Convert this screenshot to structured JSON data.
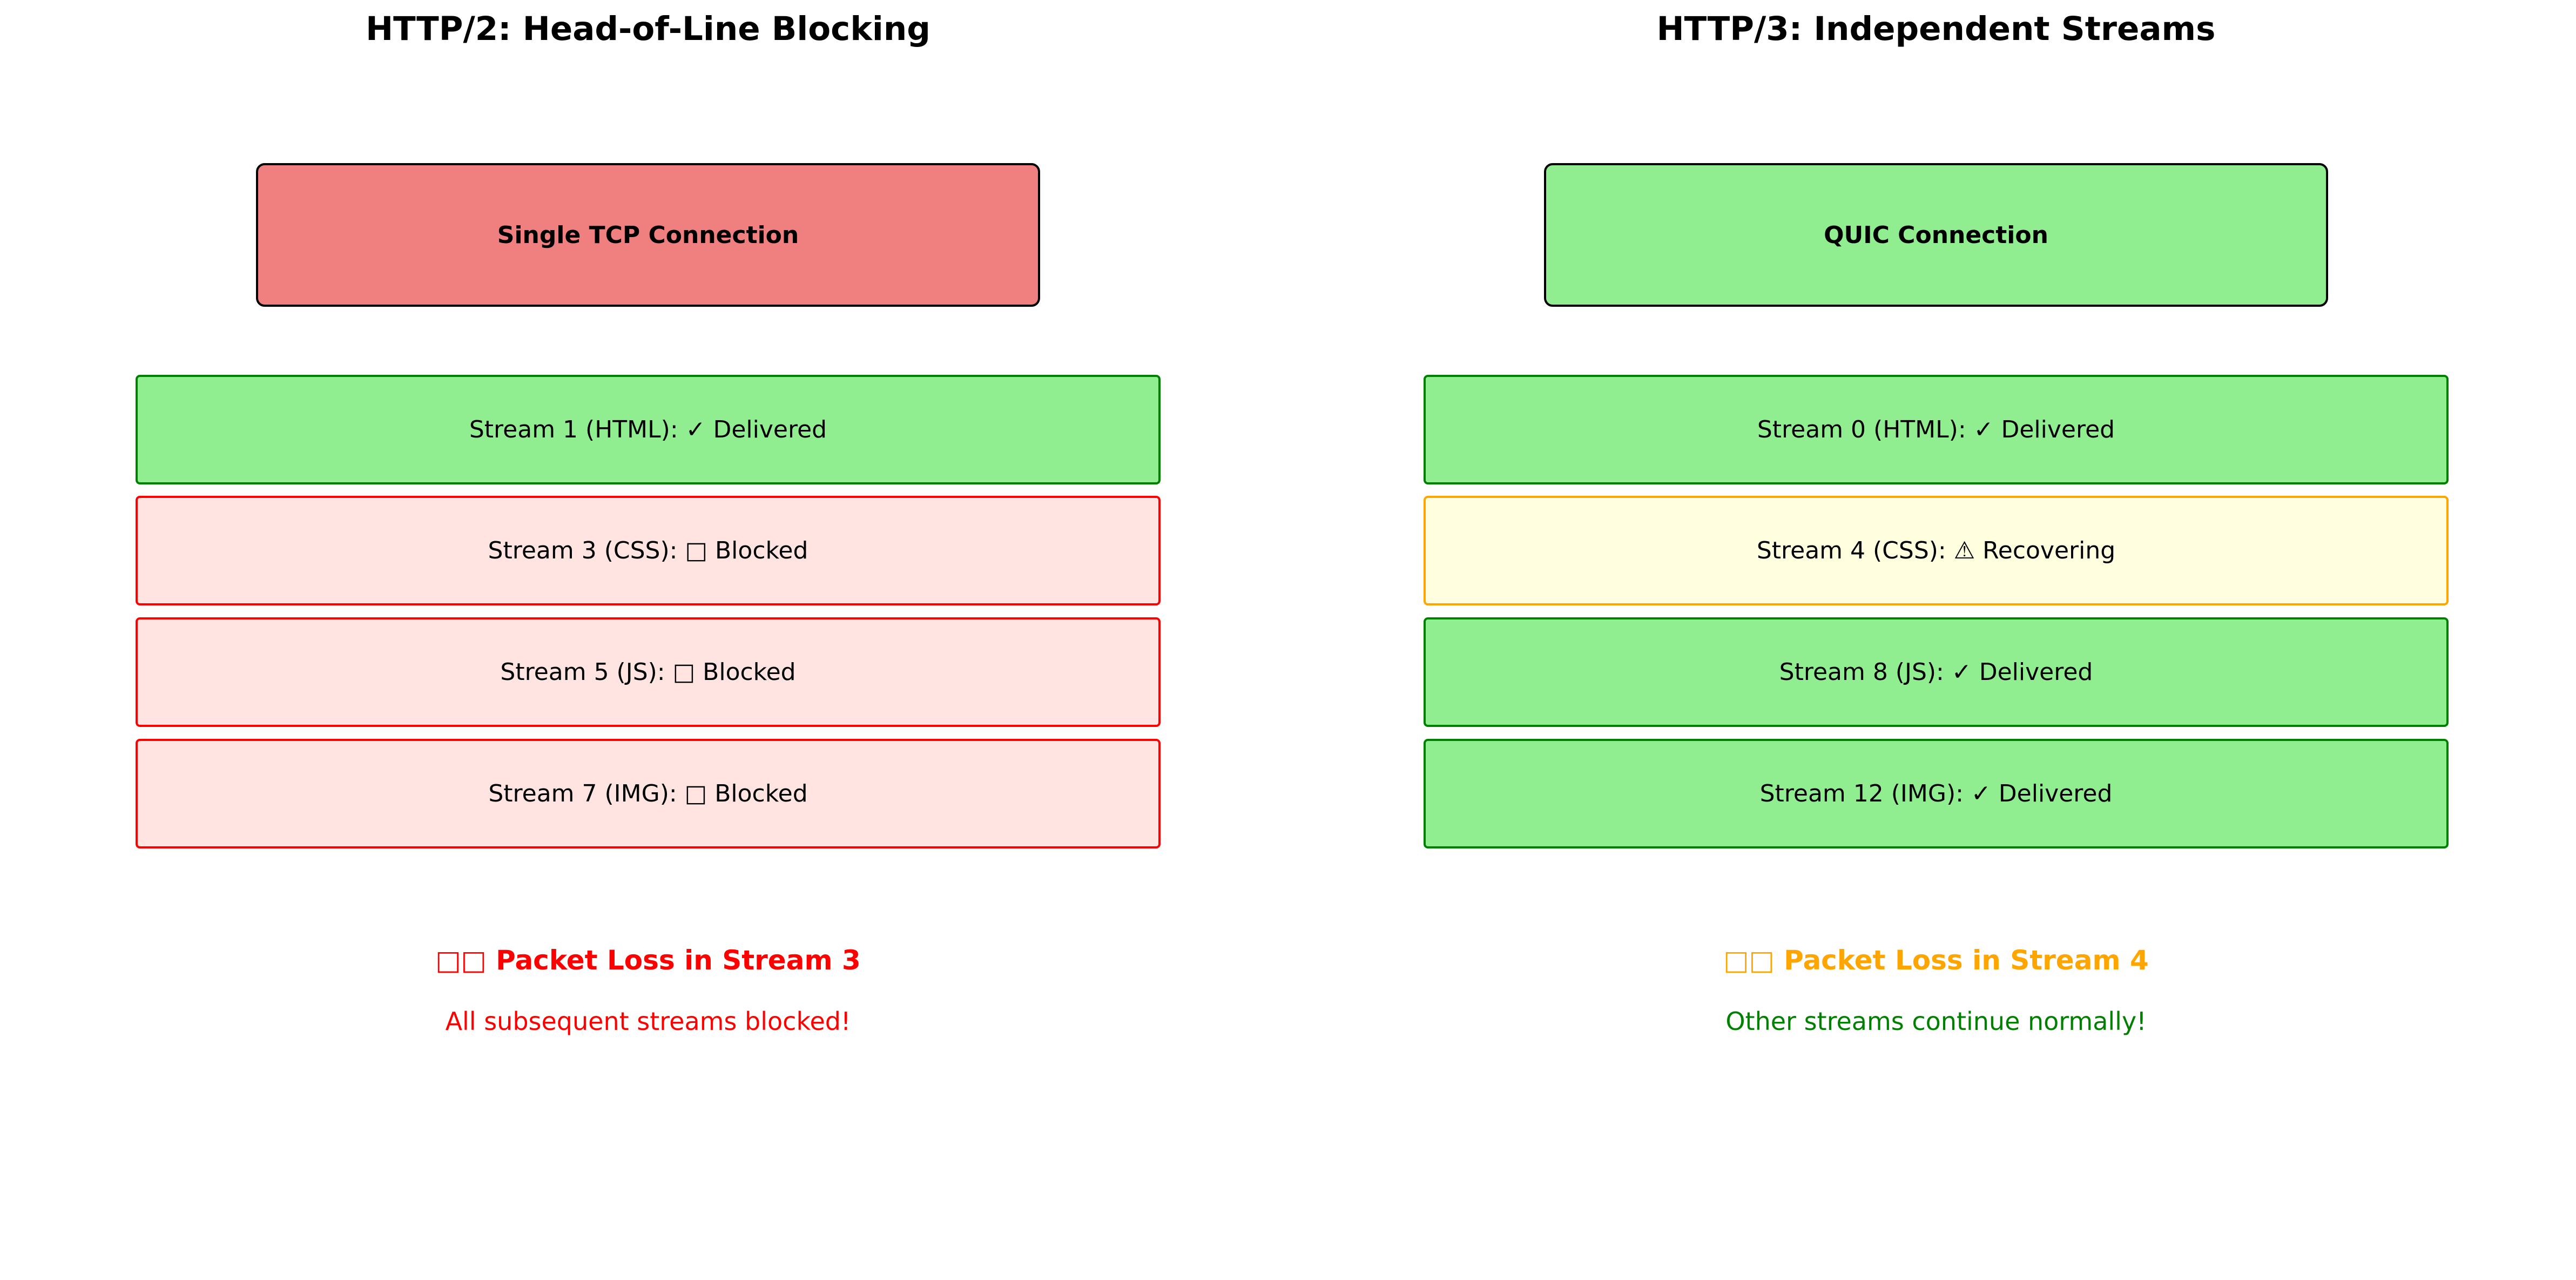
{
  "colors": {
    "delivered_fill": "#90EE90",
    "delivered_border": "#008000",
    "blocked_fill": "#FFE4E1",
    "blocked_border": "#FF0000",
    "recovering_fill": "#FFFFE0",
    "recovering_border": "#FFA500",
    "tcp_fill": "#F08080",
    "quic_fill": "#90EE90",
    "red_text": "#FF0000",
    "orange_text": "#FFA500",
    "green_text": "#008000"
  },
  "panels": [
    {
      "title": "HTTP/2: Head-of-Line Blocking",
      "connection": {
        "label": "Single TCP Connection",
        "fill": "#F08080"
      },
      "streams": [
        {
          "label": "Stream 1 (HTML): ✓ Delivered",
          "status": "delivered"
        },
        {
          "label": "Stream 3 (CSS): □ Blocked",
          "status": "blocked"
        },
        {
          "label": "Stream 5 (JS): □ Blocked",
          "status": "blocked"
        },
        {
          "label": "Stream 7 (IMG): □ Blocked",
          "status": "blocked"
        }
      ],
      "loss_title": "□□ Packet Loss in Stream 3",
      "loss_title_color": "#FF0000",
      "loss_subtitle": "All subsequent streams blocked!",
      "loss_subtitle_color": "#FF0000"
    },
    {
      "title": "HTTP/3: Independent Streams",
      "connection": {
        "label": "QUIC Connection",
        "fill": "#90EE90"
      },
      "streams": [
        {
          "label": "Stream 0 (HTML): ✓ Delivered",
          "status": "delivered"
        },
        {
          "label": "Stream 4 (CSS): ⚠ Recovering",
          "status": "recovering"
        },
        {
          "label": "Stream 8 (JS): ✓ Delivered",
          "status": "delivered"
        },
        {
          "label": "Stream 12 (IMG): ✓ Delivered",
          "status": "delivered"
        }
      ],
      "loss_title": "□□ Packet Loss in Stream 4",
      "loss_title_color": "#FFA500",
      "loss_subtitle": "Other streams continue normally!",
      "loss_subtitle_color": "#008000"
    }
  ]
}
